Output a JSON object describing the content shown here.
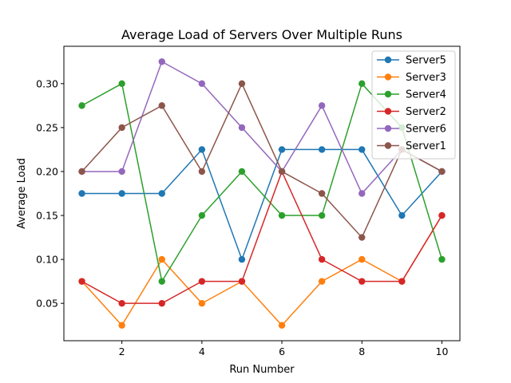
{
  "chart_data": {
    "type": "line",
    "title": "Average Load of Servers Over Multiple Runs",
    "xlabel": "Run Number",
    "ylabel": "Average Load",
    "x": [
      1,
      2,
      3,
      4,
      5,
      6,
      7,
      8,
      9,
      10
    ],
    "xlim": [
      0.55,
      10.45
    ],
    "ylim": [
      0.0075,
      0.3425
    ],
    "xticks": [
      2,
      4,
      6,
      8,
      10
    ],
    "yticks": [
      0.05,
      0.1,
      0.15,
      0.2,
      0.25,
      0.3
    ],
    "ytick_labels": [
      "0.05",
      "0.10",
      "0.15",
      "0.20",
      "0.25",
      "0.30"
    ],
    "grid": false,
    "legend_position": "upper right",
    "series": [
      {
        "name": "Server5",
        "color": "#1f77b4",
        "values": [
          0.175,
          0.175,
          0.175,
          0.225,
          0.1,
          0.225,
          0.225,
          0.225,
          0.15,
          0.2
        ]
      },
      {
        "name": "Server3",
        "color": "#ff7f0e",
        "values": [
          0.075,
          0.025,
          0.1,
          0.05,
          0.075,
          0.025,
          0.075,
          0.1,
          0.075,
          0.15
        ]
      },
      {
        "name": "Server4",
        "color": "#2ca02c",
        "values": [
          0.275,
          0.3,
          0.075,
          0.15,
          0.2,
          0.15,
          0.15,
          0.3,
          0.25,
          0.1
        ]
      },
      {
        "name": "Server2",
        "color": "#d62728",
        "values": [
          0.075,
          0.05,
          0.05,
          0.075,
          0.075,
          0.2,
          0.1,
          0.075,
          0.075,
          0.15
        ]
      },
      {
        "name": "Server6",
        "color": "#9467bd",
        "values": [
          0.2,
          0.2,
          0.325,
          0.3,
          0.25,
          0.2,
          0.275,
          0.175,
          0.225,
          0.2
        ]
      },
      {
        "name": "Server1",
        "color": "#8c564b",
        "values": [
          0.2,
          0.25,
          0.275,
          0.2,
          0.3,
          0.2,
          0.175,
          0.125,
          0.225,
          0.2
        ]
      }
    ]
  }
}
